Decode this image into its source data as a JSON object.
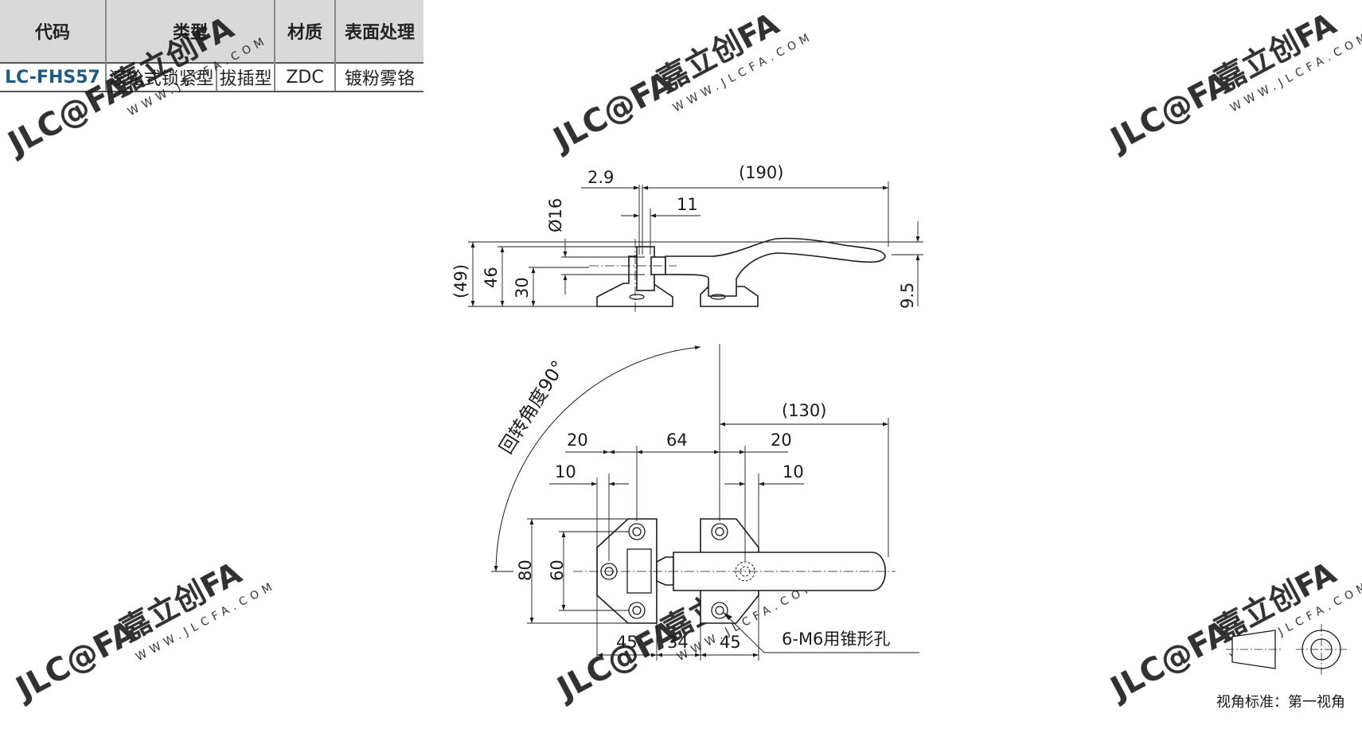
{
  "table": {
    "headers": {
      "code": "代码",
      "type": "类型",
      "material": "材质",
      "finish": "表面处理"
    },
    "row": {
      "code": "LC-FHS57",
      "type_a": "滚轮式锁紧型",
      "type_b": "拔插型",
      "material": "ZDC",
      "finish": "镀粉雾铬"
    }
  },
  "watermark": {
    "logo": "JLC@FA",
    "brand": "嘉立创FA",
    "url": "WWW.JLCFA.COM"
  },
  "side_view": {
    "dim_2_9": "2.9",
    "dim_190": "(190)",
    "dim_11": "11",
    "dim_d16": "Ø16",
    "dim_49": "(49)",
    "dim_46": "46",
    "dim_30": "30",
    "dim_9_5": "9.5"
  },
  "top_view": {
    "rotation": "回转角度90°",
    "dim_130": "(130)",
    "dim_20_left": "20",
    "dim_64": "64",
    "dim_20_right": "20",
    "dim_10_left": "10",
    "dim_10_right": "10",
    "dim_80": "80",
    "dim_60": "60",
    "dim_45_left": "45",
    "dim_34": "34",
    "dim_45_right": "45",
    "hole_note": "6-M6用锥形孔"
  },
  "projection": {
    "label": "视角标准：第一视角"
  },
  "colors": {
    "line": "#1a1a1a",
    "header_bg": "#d9d9d9",
    "code_text": "#1d5a8a",
    "watermark": "#d8d8d8"
  }
}
